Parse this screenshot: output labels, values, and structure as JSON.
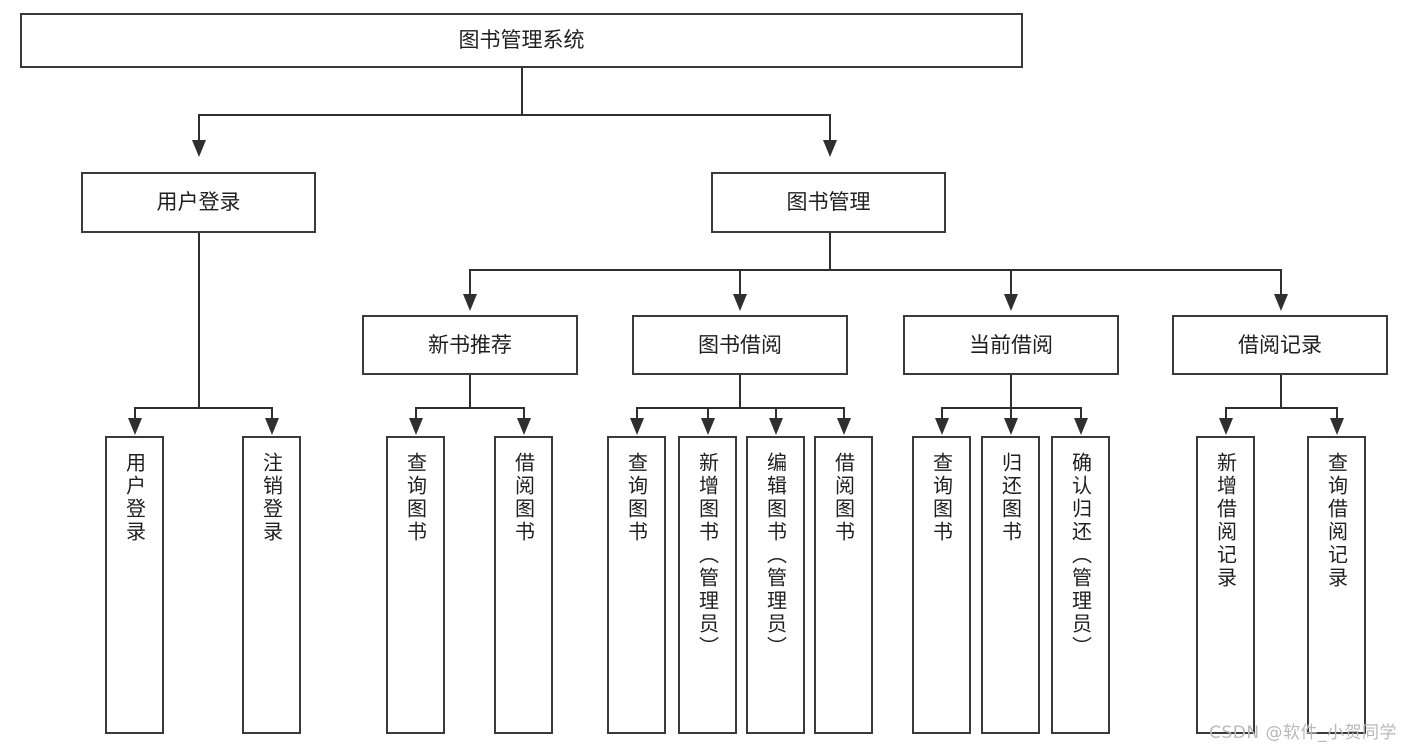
{
  "diagram": {
    "type": "tree-hierarchy-chart",
    "title": "图书管理系统",
    "watermark": "CSDN @软件_小贺同学",
    "colors": {
      "box_border": "#3a3a3a",
      "connector": "#2f2f2f",
      "background": "#ffffff",
      "text": "#1f1f1f",
      "watermark": "#b9b9b9"
    },
    "root": {
      "label": "图书管理系统"
    },
    "level2": [
      {
        "label": "用户登录"
      },
      {
        "label": "图书管理"
      }
    ],
    "level3": [
      {
        "label": "新书推荐"
      },
      {
        "label": "图书借阅"
      },
      {
        "label": "当前借阅"
      },
      {
        "label": "借阅记录"
      }
    ],
    "leaves": {
      "user_login": [
        {
          "label": "用户登录"
        },
        {
          "label": "注销登录"
        }
      ],
      "new_book_recommend": [
        {
          "label": "查询图书"
        },
        {
          "label": "借阅图书"
        }
      ],
      "book_borrow": [
        {
          "label": "查询图书"
        },
        {
          "label": "新增图书（管理员）"
        },
        {
          "label": "编辑图书（管理员）"
        },
        {
          "label": "借阅图书"
        }
      ],
      "current_borrow": [
        {
          "label": "查询图书"
        },
        {
          "label": "归还图书"
        },
        {
          "label": "确认归还（管理员）"
        }
      ],
      "borrow_record": [
        {
          "label": "新增借阅记录"
        },
        {
          "label": "查询借阅记录"
        }
      ]
    }
  }
}
